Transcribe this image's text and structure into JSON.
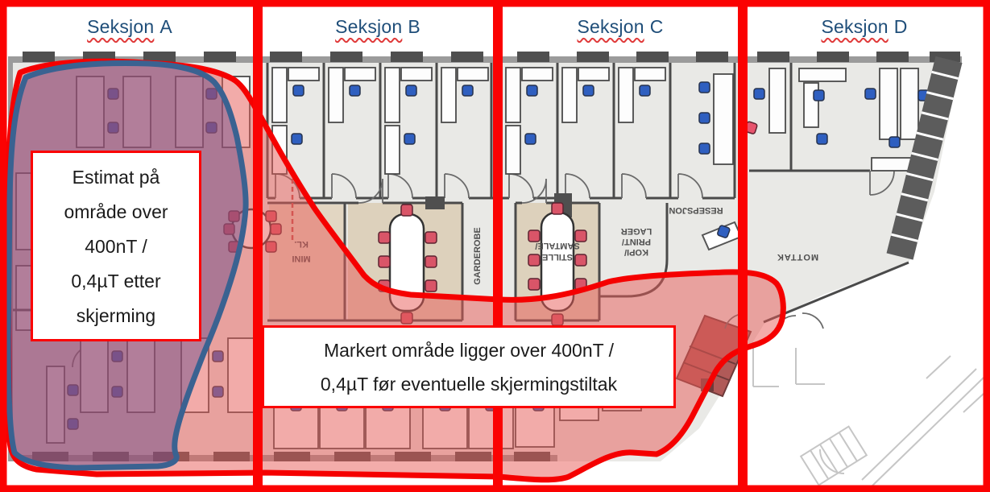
{
  "sections": [
    {
      "word": "Seksjon",
      "letter": "A"
    },
    {
      "word": "Seksjon",
      "letter": "B"
    },
    {
      "word": "Seksjon",
      "letter": "C"
    },
    {
      "word": "Seksjon",
      "letter": "D"
    }
  ],
  "annotations": {
    "estimate_box": {
      "lines": [
        "Estimat på",
        "område over",
        "400nT /",
        "0,4µT etter",
        "skjerming"
      ]
    },
    "marked_box": {
      "lines": [
        "Markert område ligger over 400nT /",
        "0,4µT før eventuelle skjermingstiltak"
      ]
    }
  },
  "floorplan": {
    "room_labels": {
      "mini_line1": "MINI",
      "mini_line2": "KL.",
      "corridor": "GARDEROBE",
      "table_line1": "SAMTALE/",
      "table_line2": "STILLE",
      "copy_line1": "KOPI/",
      "copy_line2": "PRINT/",
      "copy_line3": "LAGER",
      "reception": "RESEPSJON",
      "receiving": "MOTTAK"
    }
  },
  "colors": {
    "section_grid": "#fb0202",
    "marked_area_outline": "#f50000",
    "marked_area_fill": "rgba(232,90,85,0.5)",
    "estimate_area_outline": "#3a6291",
    "estimate_area_fill": "rgba(100,70,135,0.45)",
    "header_text": "#1f4e79",
    "floor": "#e9e9e6",
    "walls": "#4a4a4a"
  }
}
